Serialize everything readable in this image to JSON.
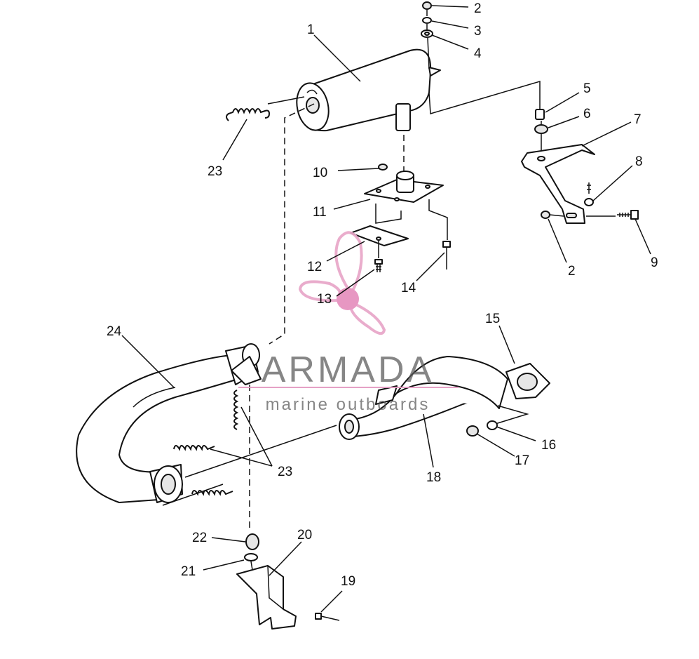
{
  "callouts": {
    "c1": "1",
    "c2a": "2",
    "c2b": "2",
    "c3": "3",
    "c4": "4",
    "c5": "5",
    "c6": "6",
    "c7": "7",
    "c8": "8",
    "c9": "9",
    "c10": "10",
    "c11": "11",
    "c12": "12",
    "c13": "13",
    "c14": "14",
    "c15": "15",
    "c16": "16",
    "c17": "17",
    "c18": "18",
    "c19": "19",
    "c20": "20",
    "c21": "21",
    "c22": "22",
    "c23a": "23",
    "c23b": "23",
    "c24": "24"
  },
  "watermark": {
    "brand": "ARMADA",
    "tagline": "marine outboards",
    "colors": {
      "propeller": "#e8a6c8",
      "hub": "#e58fbd",
      "text": "#5a5a5a",
      "line": "#e39ac2"
    }
  }
}
